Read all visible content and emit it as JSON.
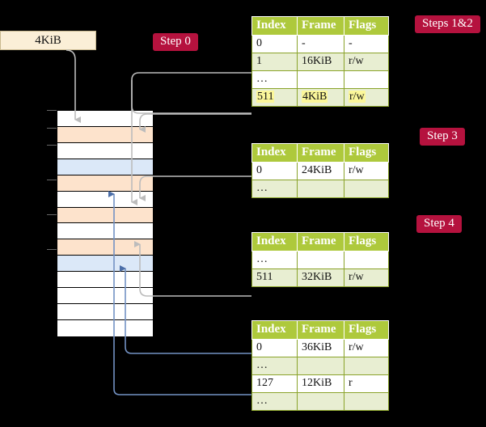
{
  "badges": {
    "steps12": "Steps 1&2",
    "step0": "Step 0",
    "step3": "Step 3",
    "step4": "Step 4"
  },
  "size_label": "4KiB",
  "columns": {
    "index": "Index",
    "frame": "Frame",
    "flags": "Flags"
  },
  "tables": [
    {
      "id": "table-steps12",
      "rows": [
        {
          "index": "0",
          "frame": "-",
          "flags": "-",
          "style": "plain",
          "highlight": false
        },
        {
          "index": "1",
          "frame": "16KiB",
          "flags": "r/w",
          "style": "alt",
          "highlight": false
        },
        {
          "index": "…",
          "frame": "",
          "flags": "",
          "style": "plain",
          "highlight": false
        },
        {
          "index": "511",
          "frame": "4KiB",
          "flags": "r/w",
          "style": "alt",
          "highlight": true
        }
      ]
    },
    {
      "id": "table-step3",
      "rows": [
        {
          "index": "0",
          "frame": "24KiB",
          "flags": "r/w",
          "style": "plain",
          "highlight": false
        },
        {
          "index": "…",
          "frame": "",
          "flags": "",
          "style": "alt",
          "highlight": false
        }
      ]
    },
    {
      "id": "table-step4-upper",
      "rows": [
        {
          "index": "…",
          "frame": "",
          "flags": "",
          "style": "plain",
          "highlight": false
        },
        {
          "index": "511",
          "frame": "32KiB",
          "flags": "r/w",
          "style": "alt",
          "highlight": false
        }
      ]
    },
    {
      "id": "table-step4-lower",
      "rows": [
        {
          "index": "0",
          "frame": "36KiB",
          "flags": "r/w",
          "style": "plain",
          "highlight": false
        },
        {
          "index": "…",
          "frame": "",
          "flags": "",
          "style": "alt",
          "highlight": false
        },
        {
          "index": "127",
          "frame": "12KiB",
          "flags": "r",
          "style": "plain",
          "highlight": false
        },
        {
          "index": "…",
          "frame": "",
          "flags": "",
          "style": "alt",
          "highlight": false
        }
      ]
    }
  ],
  "memory_column": {
    "rows": [
      {
        "fill": "white"
      },
      {
        "fill": "orange"
      },
      {
        "fill": "white"
      },
      {
        "fill": "blue"
      },
      {
        "fill": "orange"
      },
      {
        "fill": "white"
      },
      {
        "fill": "orange"
      },
      {
        "fill": "white"
      },
      {
        "fill": "orange"
      },
      {
        "fill": "blue"
      },
      {
        "fill": "white"
      },
      {
        "fill": "white"
      },
      {
        "fill": "white"
      },
      {
        "fill": "white"
      }
    ]
  },
  "colors": {
    "badge": "#b5123e",
    "table_header": "#aec93c",
    "table_alt_row": "#e8eed2",
    "highlight": "#fbf79a",
    "frame_used": "#fde3cc",
    "frame_table": "#dbe8f8",
    "label_box": "#fbefd7",
    "arrow_gray": "#b9b9b9",
    "arrow_blue": "#7392c4",
    "background": "#000000"
  }
}
